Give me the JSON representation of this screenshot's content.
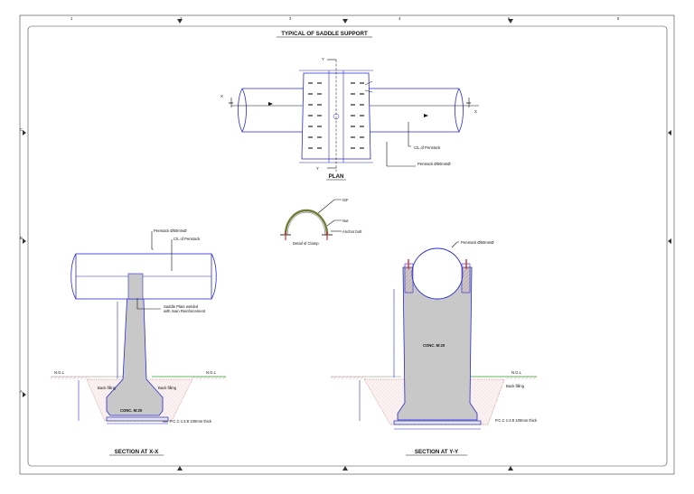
{
  "drawing": {
    "title": "TYPICAL OF SADDLE SUPPORT",
    "plan": {
      "title": "PLAN",
      "axis_x": "X",
      "axis_y": "Y",
      "label_cl": "C/L of Penstock",
      "label_penstock": "Penstock  Ø50mmØ"
    },
    "clamp": {
      "title": "Detail of Clamp",
      "label_isf": "ISF",
      "label_nut": "Nut",
      "label_anchor": "Anchor bolt"
    },
    "section_xx": {
      "title": "SECTION AT X-X",
      "label_penstock": "Penstock  Ø50mmØ",
      "label_cl": "C/L of Penstock",
      "label_saddle": "Saddle Plate welded",
      "label_saddle2": "with main Reinforcement",
      "label_ngl": "N.G.L",
      "label_backfill_l": "Back filling",
      "label_backfill_r": "Back filling",
      "label_conc": "CONC. M:20",
      "label_pcc": "P.C.C 1:4:8  100mm thick"
    },
    "section_yy": {
      "title": "SECTION AT Y-Y",
      "label_penstock": "Penstock  Ø50mmØ",
      "label_conc": "CONC. M:20",
      "label_ngl": "N.G.L",
      "label_backfill": "Back filling",
      "label_pcc": "P.C.C 1:4:8  100mm thick"
    },
    "grid": {
      "cols": [
        "1",
        "2",
        "3",
        "4",
        "5",
        "6"
      ],
      "rows": [
        "C",
        "B",
        "A"
      ]
    }
  }
}
